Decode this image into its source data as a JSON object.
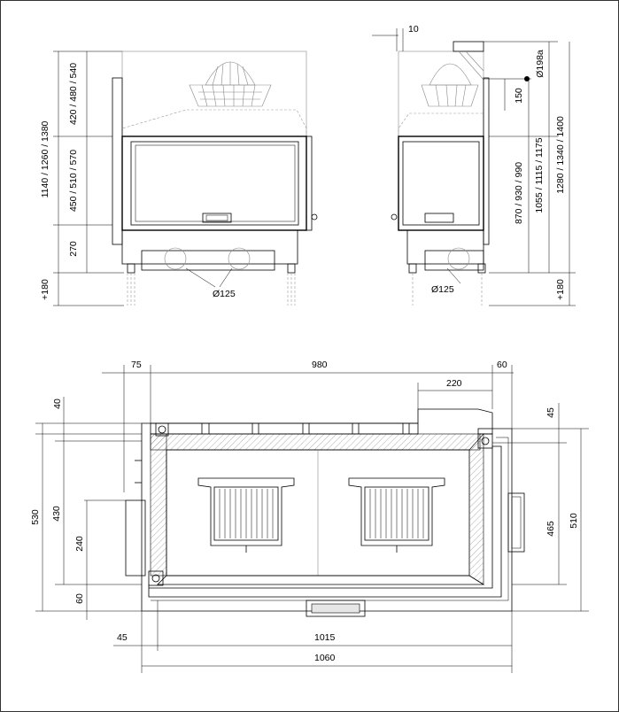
{
  "front_view": {
    "dim_left_total": "1140 / 1260 / 1380",
    "dim_top": "420 / 480 / 540",
    "dim_mid": "450 / 510 / 570",
    "dim_base": "270",
    "dim_legs": "+180",
    "flue_label": "Ø125"
  },
  "side_view": {
    "dim_offset": "10",
    "dim_flue_dia": "Ø198a",
    "dim_flue_gap": "150",
    "dim_opening": "870 / 930 / 990",
    "dim_mid": "1055 / 1115 / 1175",
    "dim_total": "1280 / 1340 / 1400",
    "dim_legs": "+180",
    "flue_label": "Ø125"
  },
  "plan_view": {
    "dim_left": "75",
    "dim_width": "980",
    "dim_right": "60",
    "dim_bracket": "220",
    "dim_top_offset": "40",
    "dim_depth_outer": "530",
    "dim_depth_inner": "430",
    "dim_depth_grate": "240",
    "dim_bottom": "60",
    "dim_right_top": "45",
    "dim_right_depth": "465",
    "dim_right_total": "510",
    "dim_bottom_left": "45",
    "dim_bottom_width": "1015",
    "dim_overall_width": "1060"
  }
}
